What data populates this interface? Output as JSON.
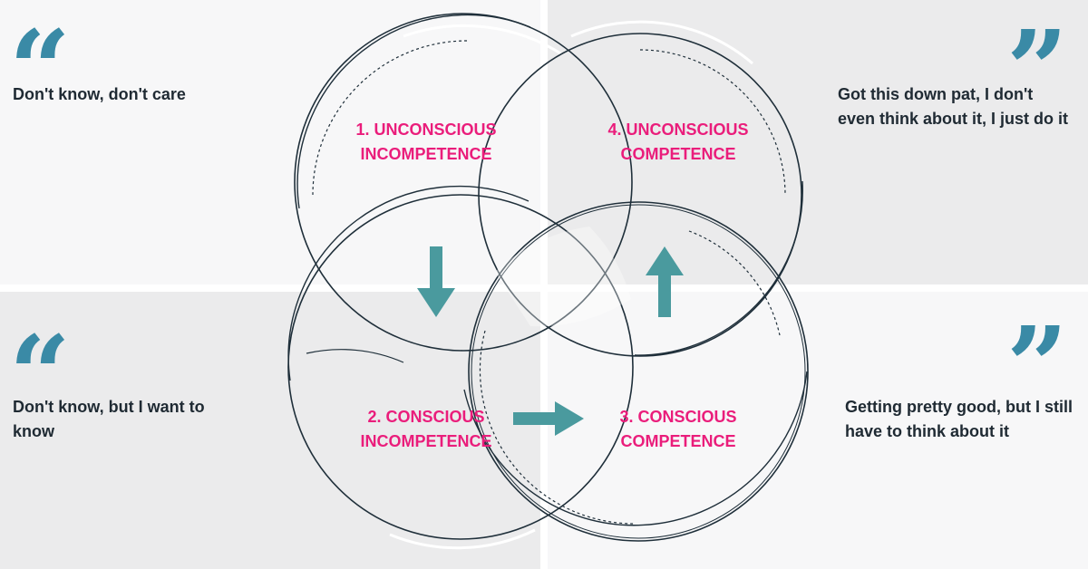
{
  "colors": {
    "accent": "#3a8aa6",
    "arrow": "#4a9a9e",
    "label": "#ea1d7b",
    "text": "#1f2a33",
    "circle": "#1f2f3a"
  },
  "quotes": {
    "top_left": {
      "mark": "“",
      "text": "Don't know, don't care"
    },
    "bottom_left": {
      "mark": "“",
      "text": "Don't know, but I want to know"
    },
    "top_right": {
      "mark": "”",
      "text": "Got this down pat, I don't even think about it, I just do it"
    },
    "bottom_right": {
      "mark": "”",
      "text": "Getting pretty good, but I still have to think about it"
    }
  },
  "stages": {
    "unconscious_incompetence": {
      "line1": "1. UNCONSCIOUS",
      "line2": "INCOMPETENCE"
    },
    "conscious_incompetence": {
      "line1": "2. CONSCIOUS",
      "line2": "INCOMPETENCE"
    },
    "conscious_competence": {
      "line1": "3. CONSCIOUS",
      "line2": "COMPETENCE"
    },
    "unconscious_competence": {
      "line1": "4. UNCONSCIOUS",
      "line2": "COMPETENCE"
    }
  },
  "arrows": {
    "stage1_to_stage2": "down-arrow-icon",
    "stage2_to_stage3": "right-arrow-icon",
    "stage3_to_stage4": "up-arrow-icon"
  }
}
